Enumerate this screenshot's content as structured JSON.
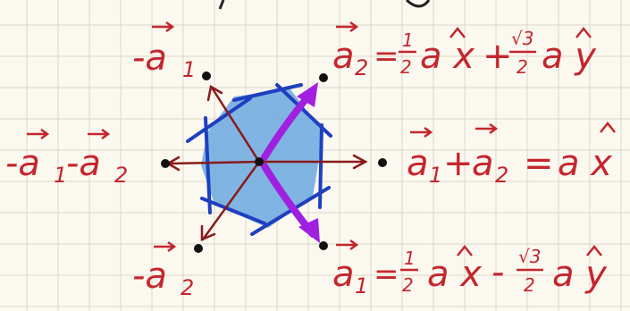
{
  "labels": {
    "a1_neg": "-a",
    "a1_neg_sub": "1",
    "a2_neg": "-a",
    "a2_neg_sub": "2",
    "sum_neg": "-a",
    "sum_neg_sub1": "1",
    "sum_neg_mid": "-a",
    "sum_neg_sub2": "2",
    "sum_pos_a": "a",
    "sum_pos_sub1": "1",
    "sum_pos_plus": "+",
    "sum_pos_a2": "a",
    "sum_pos_sub2": "2",
    "sum_pos_eq": "=",
    "sum_pos_rhs": "a x",
    "a2_eq": "a",
    "a2_sub": "2",
    "a2_rhs_eq": "=",
    "a2_frac1_num": "1",
    "a2_frac1_den": "2",
    "a2_term1": "a x",
    "a2_plus": "+",
    "a2_frac2_num": "√3",
    "a2_frac2_den": "2",
    "a2_term2": "a y",
    "a1_eq": "a",
    "a1_sub": "1",
    "a1_rhs_eq": "=",
    "a1_frac1_num": "1",
    "a1_frac1_den": "2",
    "a1_term1": "a x",
    "a1_minus": "-",
    "a1_frac2_num": "√3",
    "a1_frac2_den": "2",
    "a1_term2": "a y"
  },
  "colors": {
    "background": "#fbf8f0",
    "grid": "#dcd6c8",
    "ink_red": "#c4262d",
    "ink_dark": "#8a1a1a",
    "hex_fill": "#6aa8e0",
    "hex_stroke": "#1f3fbf",
    "purple": "#a020e0"
  }
}
